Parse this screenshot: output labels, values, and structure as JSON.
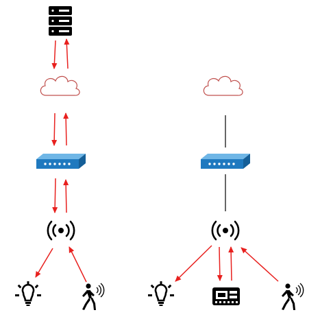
{
  "colors": {
    "data_flow": "#e8201e",
    "link": "#000000",
    "cloud_stroke": "#c0504d",
    "switch_top": "#6fb6e6",
    "switch_front": "#1f79bf",
    "switch_side": "#155f98",
    "icon": "#000000"
  },
  "diagrams": [
    {
      "name": "cloud-connected-setup",
      "nodes": [
        "server-icon",
        "cloud-icon",
        "network-switch-icon",
        "wireless-hub-icon",
        "light-bulb-icon",
        "motion-sensor-icon"
      ],
      "links": [
        {
          "from": "server-icon",
          "to": "cloud-icon",
          "style": "bidirectional-red"
        },
        {
          "from": "cloud-icon",
          "to": "network-switch-icon",
          "style": "bidirectional-red"
        },
        {
          "from": "network-switch-icon",
          "to": "wireless-hub-icon",
          "style": "bidirectional-red"
        },
        {
          "from": "wireless-hub-icon",
          "to": "light-bulb-icon",
          "style": "red-arrow"
        },
        {
          "from": "motion-sensor-icon",
          "to": "wireless-hub-icon",
          "style": "red-arrow"
        }
      ]
    },
    {
      "name": "local-controller-setup",
      "nodes": [
        "cloud-icon",
        "network-switch-icon",
        "wireless-hub-icon",
        "light-bulb-icon",
        "controller-board-icon",
        "motion-sensor-icon"
      ],
      "links": [
        {
          "from": "cloud-icon",
          "to": "network-switch-icon",
          "style": "black-line"
        },
        {
          "from": "network-switch-icon",
          "to": "wireless-hub-icon",
          "style": "black-line"
        },
        {
          "from": "wireless-hub-icon",
          "to": "light-bulb-icon",
          "style": "red-arrow"
        },
        {
          "from": "wireless-hub-icon",
          "to": "controller-board-icon",
          "style": "bidirectional-red"
        },
        {
          "from": "motion-sensor-icon",
          "to": "wireless-hub-icon",
          "style": "red-arrow"
        }
      ]
    }
  ]
}
